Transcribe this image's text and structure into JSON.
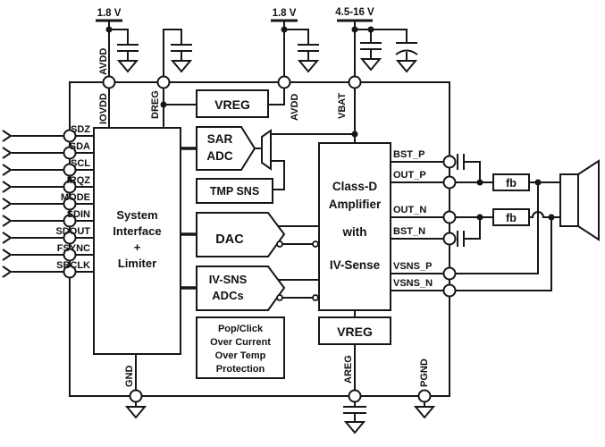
{
  "supplies": {
    "iovdd_rail": "1.8 V",
    "avdd_rail": "1.8 V",
    "vbat_rail": "4.5-16 V"
  },
  "top_pins": {
    "avdd_outer": "AVDD",
    "iovdd": "IOVDD",
    "dreg": "DREG",
    "avdd": "AVDD",
    "vbat": "VBAT"
  },
  "left_pins": [
    "SDZ",
    "SDA",
    "SCL",
    "IRQZ",
    "MODE",
    "SDIN",
    "SDOUT",
    "FSYNC",
    "SBCLK"
  ],
  "right_pins": [
    "BST_P",
    "OUT_P",
    "OUT_N",
    "BST_N",
    "VSNS_P",
    "VSNS_N"
  ],
  "bottom_pins": [
    "GND",
    "AREG",
    "PGND"
  ],
  "blocks": {
    "system_interface": [
      "System",
      "Interface",
      "+",
      "Limiter"
    ],
    "vreg_top": "VREG",
    "sar_adc": [
      "SAR",
      "ADC"
    ],
    "tmp_sns": "TMP SNS",
    "dac": "DAC",
    "iv_sns_adcs": [
      "IV-SNS",
      "ADCs"
    ],
    "protection": [
      "Pop/Click",
      "Over Current",
      "Over Temp",
      "Protection"
    ],
    "class_d": [
      "Class-D",
      "Amplifier",
      "with",
      "IV-Sense"
    ],
    "vreg_bottom": "VREG",
    "fb_top": "fb",
    "fb_bottom": "fb"
  },
  "colors": {
    "line": "#161616",
    "background": "#ffffff"
  }
}
